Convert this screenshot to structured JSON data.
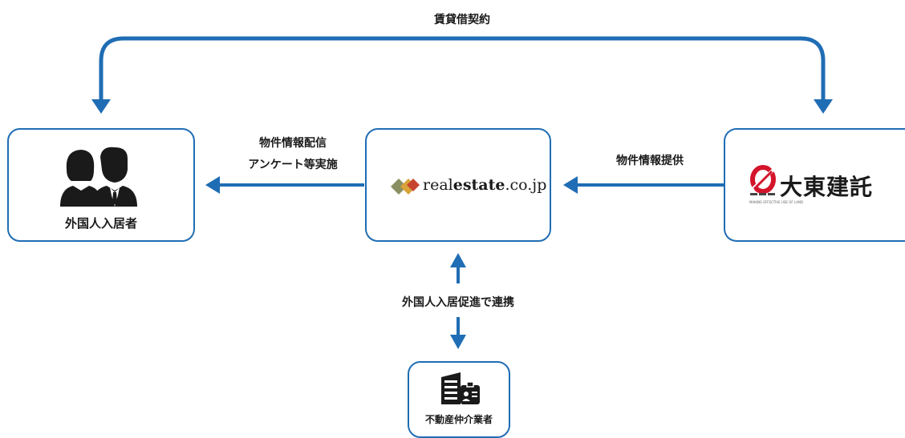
{
  "top_label": "賃貸借契約",
  "left_box": {
    "label": "外国人入居者",
    "icon": "people-icon"
  },
  "center_box": {
    "logo_text_a": "real",
    "logo_text_b": "estate",
    "logo_text_c": ".co.jp",
    "icon": "diamond-logo-icon"
  },
  "right_box": {
    "logo_text": "大東建託",
    "logo_tagline": "MAKING EFFECTIVE USE OF LAND",
    "icon": "daito-logo-icon"
  },
  "arrow_left_label_1": "物件情報配信",
  "arrow_left_label_2": "アンケート等実施",
  "arrow_right_label": "物件情報提供",
  "vertical_label": "外国人入居促進で連携",
  "bottom_box": {
    "label": "不動産仲介業者",
    "icon": "office-building-icon"
  },
  "colors": {
    "accent": "#1f6db4",
    "logo_red": "#d3142b"
  }
}
